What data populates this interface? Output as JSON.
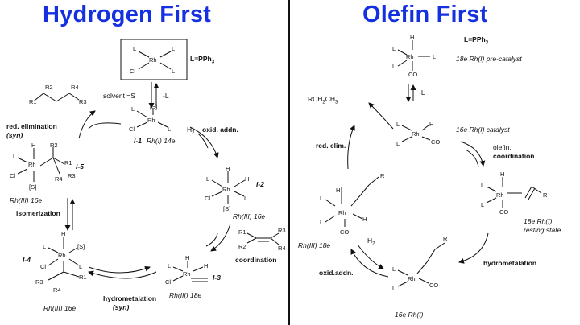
{
  "left": {
    "title": "Hydrogen First",
    "ligand_def": "L=PPh",
    "ligand_def_sub": "3",
    "solvent": "solvent =S",
    "minus_l": "-L",
    "i1_label": "I-1",
    "i1_desc": "Rh(I) 14e",
    "h2": "H",
    "h2_sub": "2",
    "oxid_addn": "oxid. addn.",
    "i2_label": "I-2",
    "i2_desc": "Rh(III) 16e",
    "coordination": "coordination",
    "i3_label": "I-3",
    "i3_desc": "Rh(III) 18e",
    "hydrometalation": "hydrometalation",
    "hydrometalation_syn": "(syn)",
    "i4_label": "I-4",
    "i4_desc": "Rh(III) 16e",
    "isomerization": "isomerization",
    "i5_label": "I-5",
    "i5_desc": "Rh(III) 16e",
    "red_elim": "red. elimination",
    "red_elim_syn": "(syn)"
  },
  "right": {
    "title": "Olefin First",
    "ligand_def": "L=PPh",
    "ligand_def_sub": "3",
    "precat_desc": "18e Rh(I) pre-catalyst",
    "minus_l": "-L",
    "product": "RCH",
    "product_sub1": "2",
    "product_mid": "CH",
    "product_sub2": "3",
    "red_elim": "red. elim.",
    "catalyst_desc": "16e Rh(I) catalyst",
    "olefin": "olefin,",
    "coordination": "coordination",
    "resting_1": "18e Rh(I)",
    "resting_2": "resting state",
    "rh3_18e": "Rh(III) 18e",
    "h2": "H",
    "h2_sub": "2",
    "oxid_addn": "oxid.addn.",
    "hydrometalation": "hydrometalation",
    "bottom_desc": "16e Rh(I)"
  },
  "atoms": {
    "rh": "Rh",
    "l": "L",
    "cl": "Cl",
    "h": "H",
    "s": "[S]",
    "co": "CO",
    "r": "R",
    "r1": "R1",
    "r2": "R2",
    "r3": "R3",
    "r4": "R4"
  },
  "colors": {
    "title": "#1430e0",
    "ink": "#111111"
  }
}
